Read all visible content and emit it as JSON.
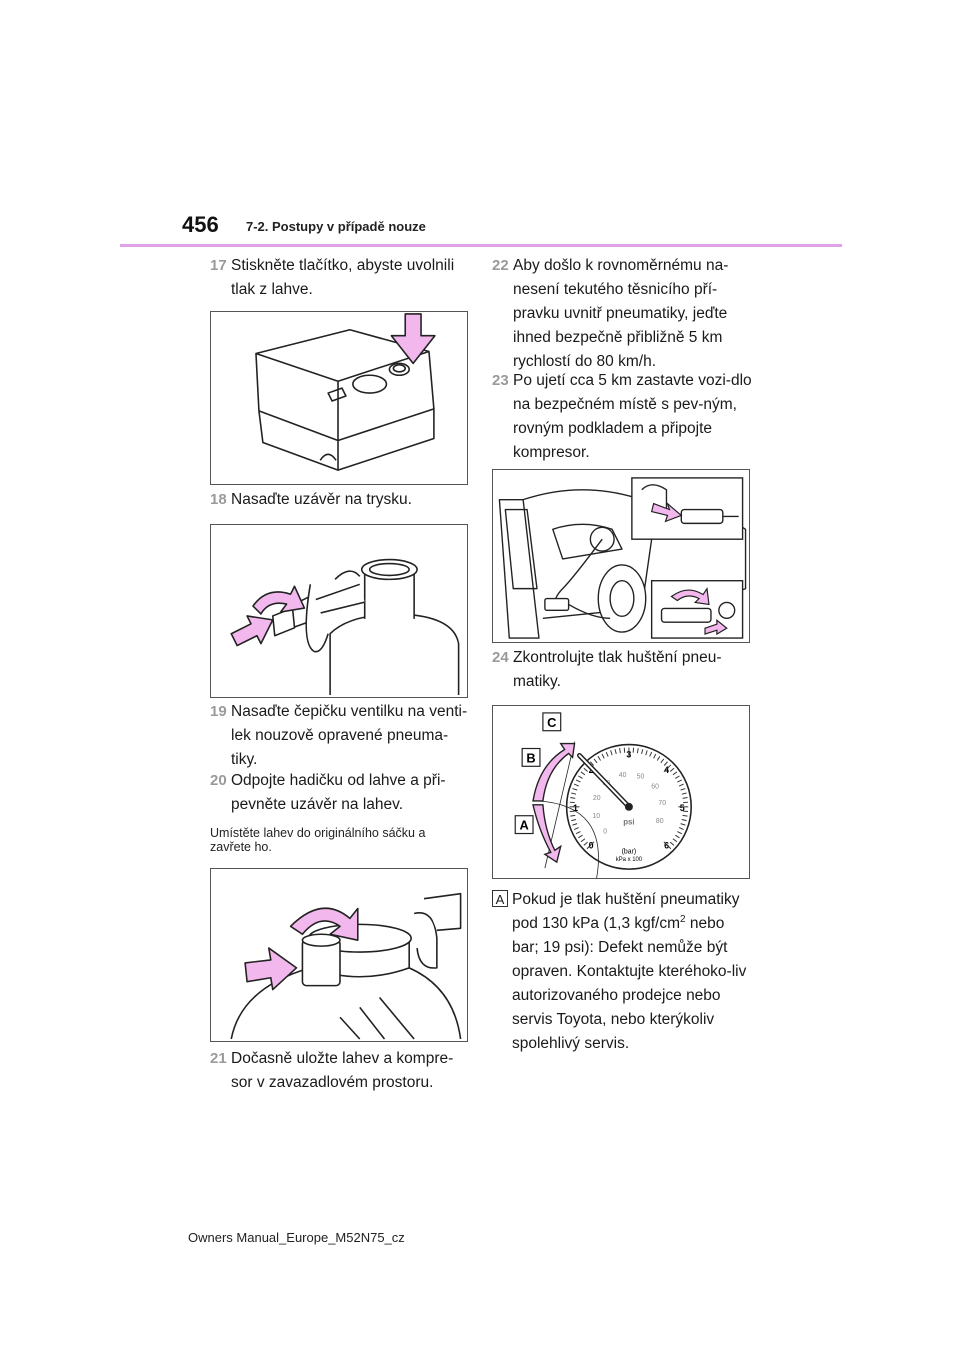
{
  "header": {
    "page_number": "456",
    "section": "7-2. Postupy v případě nouze"
  },
  "steps": {
    "s17": {
      "num": "17",
      "text": "Stiskněte tlačítko, abyste uvolnili tlak z lahve."
    },
    "s18": {
      "num": "18",
      "text": "Nasaďte uzávěr na trysku."
    },
    "s19": {
      "num": "19",
      "text": "Nasaďte čepičku ventilku na venti-lek nouzově opravené pneuma-tiky."
    },
    "s20": {
      "num": "20",
      "text": "Odpojte hadičku od lahve a při-pevněte uzávěr na lahev."
    },
    "s21": {
      "num": "21",
      "text": "Dočasně uložte lahev a kompre-sor v zavazadlovém prostoru."
    },
    "s22": {
      "num": "22",
      "text": "Aby došlo k rovnoměrnému na-nesení tekutého těsnicího pří-pravku uvnitř pneumatiky, jeďte ihned bezpečně přibližně 5 km rychlostí do 80 km/h."
    },
    "s23": {
      "num": "23",
      "text": "Po ujetí cca 5 km zastavte vozi-dlo na bezpečném místě s pev-ným, rovným podkladem a připojte kompresor."
    },
    "s24": {
      "num": "24",
      "text": "Zkontrolujte tlak huštění pneu-matiky."
    }
  },
  "note20": "Umístěte lahev do originálního sáčku a zavřete ho.",
  "gauge": {
    "labels": {
      "a": "A",
      "b": "B",
      "c": "C"
    },
    "bar_ticks": [
      "0",
      "1",
      "2",
      "3",
      "4",
      "5",
      "6"
    ],
    "psi_ticks": [
      "0",
      "10",
      "20",
      "30",
      "40",
      "50",
      "60",
      "70",
      "80"
    ],
    "unit_psi": "psi",
    "unit_bar": "(bar)",
    "unit_kpa": "kPa x 100"
  },
  "callout_a": {
    "tag": "A",
    "text_before_sup": "Pokud je tlak huštění pneumatiky pod 130 kPa (1,3 kgf/cm",
    "sup": "2",
    "text_after_sup": " nebo bar; 19 psi): Defekt nemůže být opraven. Kontaktujte kteréhoko-liv autorizovaného prodejce nebo servis Toyota, nebo kterýkoliv spolehlivý servis."
  },
  "footer": {
    "text": "Owners Manual_Europe_M52N75_cz"
  },
  "colors": {
    "accent": "#e0a2e6",
    "arrow_fill": "#f2b8ee",
    "step_number": "#9a9a9a"
  }
}
